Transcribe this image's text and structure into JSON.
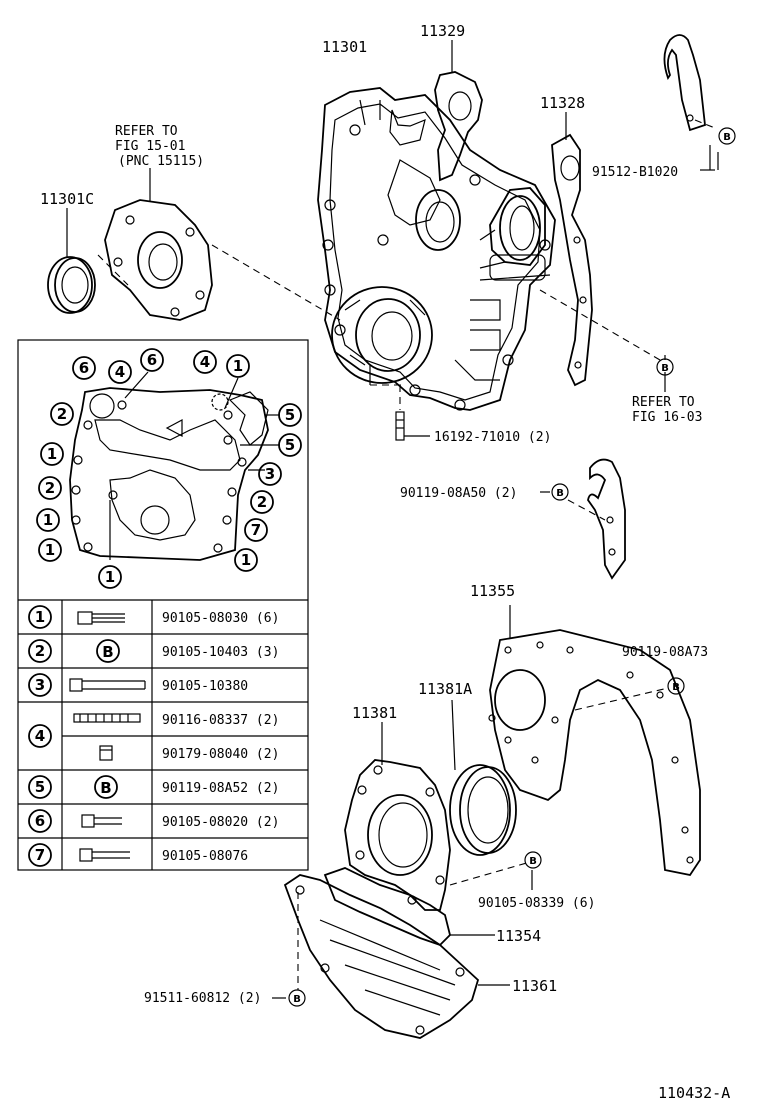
{
  "labels": {
    "p11301": "11301",
    "p11329": "11329",
    "p11328": "11328",
    "p11301c": "11301C",
    "refer1_l1": "REFER TO",
    "refer1_l2": "FIG 15-01",
    "refer1_l3": "(PNC 15115)",
    "p91512": "91512-B1020",
    "refer2_l1": "REFER TO",
    "refer2_l2": "FIG 16-03",
    "p16192": "16192-71010 (2)",
    "p90119a50": "90119-08A50 (2)",
    "p11355": "11355",
    "p90119a73": "90119-08A73",
    "p11381a": "11381A",
    "p11381": "11381",
    "p90105_08339": "90105-08339 (6)",
    "p11354": "11354",
    "p11361": "11361",
    "p91511": "91511-60812 (2)",
    "fig_id": "110432-A"
  },
  "callout_symbol": "B",
  "bolt_table": {
    "rows": [
      {
        "key": "1",
        "part": "90105-08030 (6)"
      },
      {
        "key": "2",
        "part": "90105-10403 (3)"
      },
      {
        "key": "3",
        "part": "90105-10380"
      },
      {
        "key": "4",
        "part": "90116-08337 (2)"
      },
      {
        "key": "4",
        "part": "90179-08040 (2)"
      },
      {
        "key": "5",
        "part": "90119-08A52 (2)"
      },
      {
        "key": "6",
        "part": "90105-08020 (2)"
      },
      {
        "key": "7",
        "part": "90105-08076"
      }
    ]
  },
  "inset_markers": [
    "6",
    "4",
    "6",
    "4",
    "1",
    "2",
    "5",
    "5",
    "1",
    "3",
    "2",
    "2",
    "1",
    "7",
    "1",
    "1",
    "1"
  ]
}
